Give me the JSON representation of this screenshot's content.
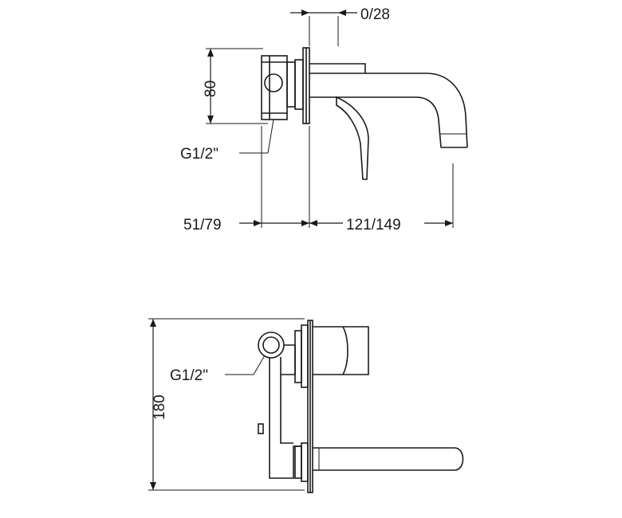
{
  "top_view": {
    "dim_projection": "0/28",
    "dim_height": "80",
    "thread_label": "G1/2\"",
    "dim_body_depth": "51/79",
    "dim_spout_reach": "121/149"
  },
  "bottom_view": {
    "thread_label": "G1/2\"",
    "dim_total_height": "180"
  }
}
